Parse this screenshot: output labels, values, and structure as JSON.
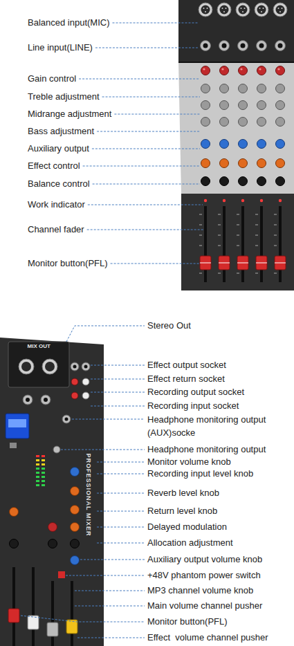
{
  "diagram": {
    "labels": [
      "Balanced input(MIC)",
      "Line input(LINE)",
      "Gain control",
      "Treble adjustment",
      "Midrange adjustment",
      "Bass adjustment",
      "Auxiliary output",
      "Effect control",
      "Balance control",
      "Work indicator",
      "Channel fader",
      "Monitor button(PFL)",
      "Stereo Out",
      "Effect output socket",
      "Effect return socket",
      "Recording output socket",
      "Recording input socket",
      "Headphone monitoring output (AUX)socke",
      "Headphone monitoring output",
      "Monitor volume knob",
      "Recording input level knob",
      "Reverb level knob",
      "Return level knob",
      "Delayed modulation",
      "Allocation adjustment",
      "Auxiliary output volume knob",
      "+48V phantom power switch",
      "MP3 channel volume knob",
      "Main volume channel pusher",
      "Monitor button(PFL)",
      "Effect  volume channel pusher",
      "MIX OUT",
      "PROFESSIONAL MIXER"
    ]
  }
}
